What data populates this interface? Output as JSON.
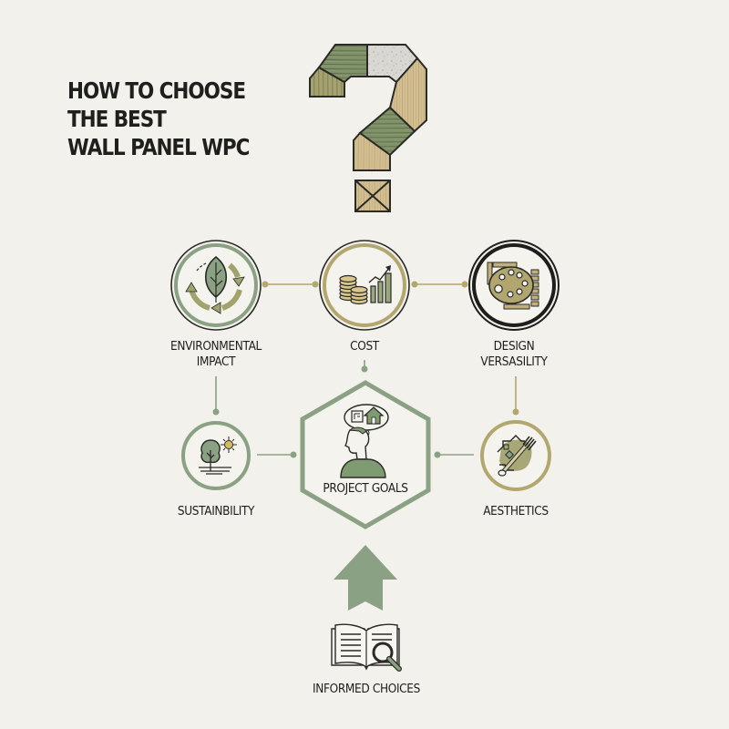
{
  "title": {
    "lines": [
      "HOW TO CHOOSE",
      "THE BEST",
      "WALL PANEL WPC"
    ]
  },
  "hero": {
    "icon": "question-mark-icon",
    "description": "Question mark assembled from wood, stone and composite panel swatches"
  },
  "colors": {
    "background": "#f2f1ec",
    "sage_green": "#8ba183",
    "khaki_gold": "#b3a66e",
    "dark_outline": "#1e1e1c",
    "wood_light": "#d2bd8e",
    "wood_green": "#7e9067"
  },
  "nodes": {
    "environmental_impact": {
      "label_lines": [
        "ENVIRONMENTAL",
        "IMPACT"
      ],
      "icon": "leaf-recycle-icon",
      "ring_color": "#8ba183"
    },
    "cost": {
      "label_lines": [
        "COST"
      ],
      "icon": "coins-growth-chart-icon",
      "ring_color": "#b3a66e"
    },
    "design_versatility": {
      "label_lines": [
        "DESIGN",
        "VERSASILITY"
      ],
      "icon": "palette-panels-icon",
      "ring_color": "#1e1e1c"
    },
    "sustainability": {
      "label_lines": [
        "SUSTAINBILITY"
      ],
      "icon": "tree-sun-icon",
      "ring_color": "#8ba183"
    },
    "project_goals": {
      "label_lines": [
        "PROJECT GOALS"
      ],
      "icon": "person-thinking-house-icon",
      "frame_color": "#8ba183"
    },
    "aesthetics": {
      "label_lines": [
        "AESTHETICS"
      ],
      "icon": "pattern-brush-icon",
      "ring_color": "#b3a66e"
    },
    "informed_choices": {
      "label_lines": [
        "INFORMED CHOICES"
      ],
      "icon": "open-book-magnifier-icon"
    }
  },
  "arrow": {
    "icon": "up-arrow-icon",
    "color": "#8ba183"
  }
}
